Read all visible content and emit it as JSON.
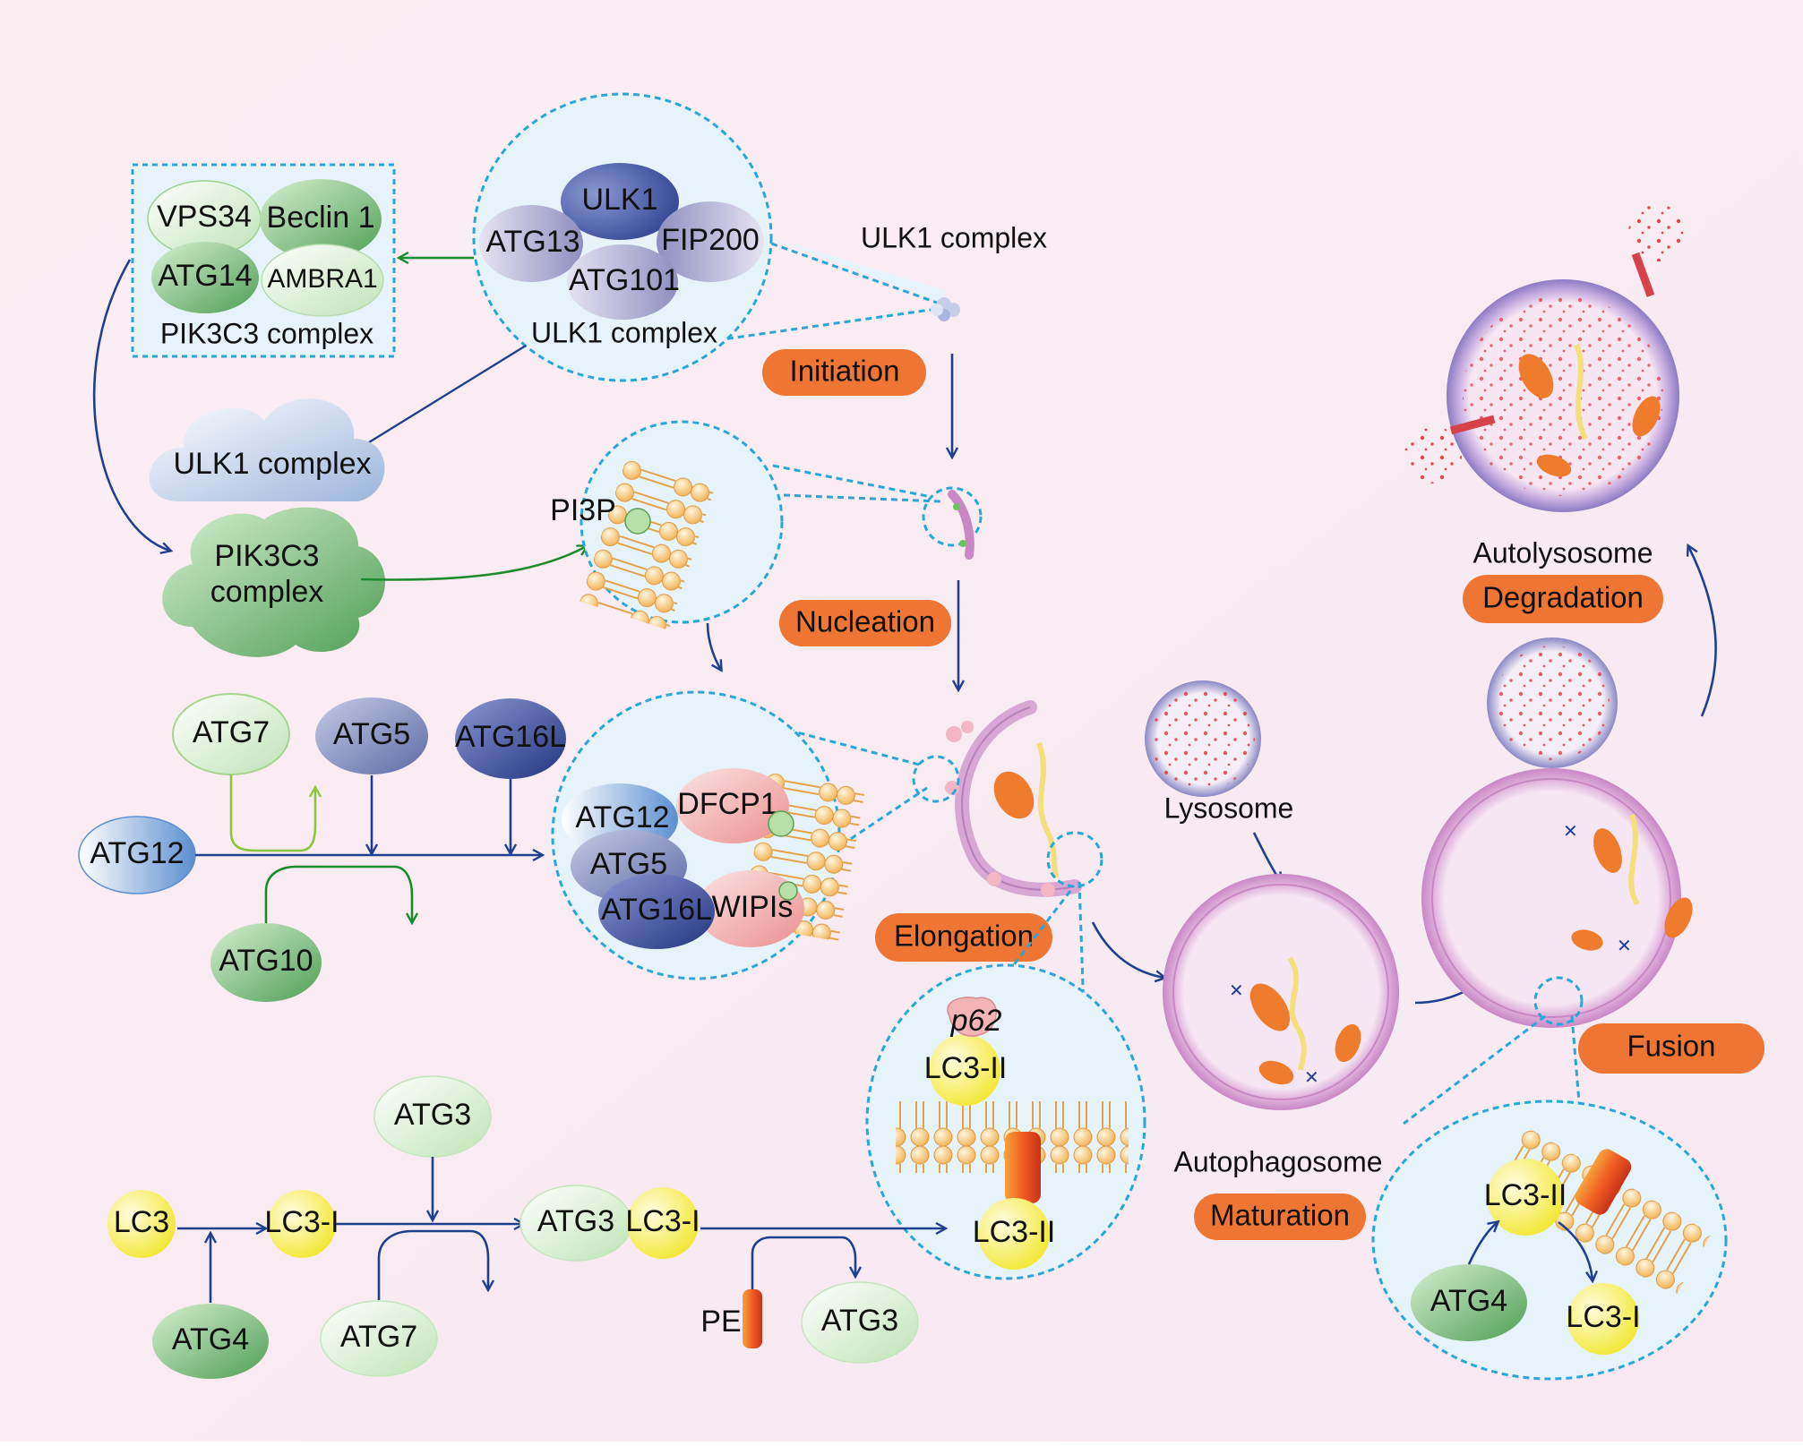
{
  "ulk1_detail": {
    "ulk1": "ULK1",
    "atg13": "ATG13",
    "fip200": "FIP200",
    "atg101": "ATG101",
    "caption": "ULK1 complex",
    "side_label": "ULK1 complex"
  },
  "pik3c3_box": {
    "vps34": "VPS34",
    "beclin1": "Beclin 1",
    "atg14": "ATG14",
    "ambra1": "AMBRA1",
    "caption": "PIK3C3 complex"
  },
  "clouds": {
    "ulk1": "ULK1 complex",
    "pik3c3_line1": "PIK3C3",
    "pik3c3_line2": "complex"
  },
  "pi3p_label": "PI3P",
  "stages": {
    "initiation": "Initiation",
    "nucleation": "Nucleation",
    "elongation": "Elongation",
    "maturation": "Maturation",
    "fusion": "Fusion",
    "degradation": "Degradation"
  },
  "conjugation1": {
    "atg7": "ATG7",
    "atg5": "ATG5",
    "atg16l": "ATG16L",
    "atg12": "ATG12",
    "atg10": "ATG10"
  },
  "elongation_zoom": {
    "atg12": "ATG12",
    "atg5": "ATG5",
    "atg16l": "ATG16L",
    "dfcp1": "DFCP1",
    "wipis": "WIPIs"
  },
  "lc3_pathway": {
    "lc3": "LC3",
    "lc3_i": "LC3-I",
    "atg4": "ATG4",
    "atg3_top": "ATG3",
    "atg7": "ATG7",
    "atg3_pair": "ATG3",
    "lc3_i_pair": "LC3-I",
    "pe": "PE",
    "atg3_out": "ATG3",
    "lc3_ii": "LC3-II"
  },
  "membrane_zoom": {
    "p62": "p62",
    "lc3_ii": "LC3-II"
  },
  "fusion_zoom": {
    "lc3_ii": "LC3-II",
    "atg4": "ATG4",
    "lc3_i": "LC3-I"
  },
  "organelles": {
    "lysosome": "Lysosome",
    "autophagosome": "Autophagosome",
    "autolysosome": "Autolysosome"
  },
  "colors": {
    "background": "#fdf3f7",
    "stage_badge": "#ee7533",
    "dashed_zoom": "#2aa7d6",
    "arrow_blue": "#1f3f8f",
    "arrow_green": "#1e8a2e",
    "lc3_yellow": "#f2ea2a",
    "membrane_pink": "#d8a7d6"
  }
}
